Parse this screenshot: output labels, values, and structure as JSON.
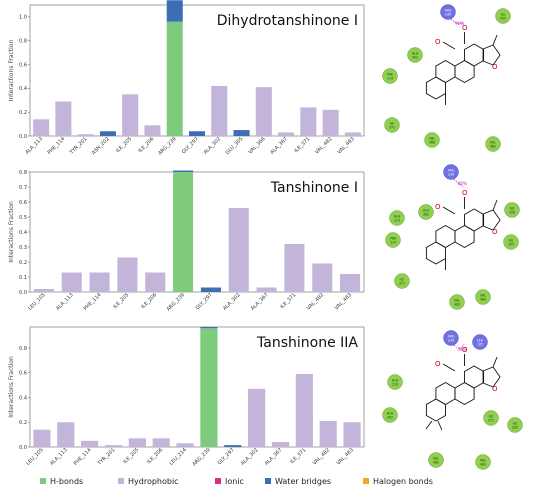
{
  "colors": {
    "hbond": "#7ecb7e",
    "hydrophobic": "#c3b4da",
    "ionic": "#d0308a",
    "water": "#3d6eb4",
    "halogen": "#f0a820",
    "residue_green": "#8fd050",
    "residue_blue": "#7070e0"
  },
  "legend": [
    {
      "label": "H-bonds",
      "color": "#7ecb7e"
    },
    {
      "label": "Hydrophobic",
      "color": "#c3b4da"
    },
    {
      "label": "Ionic",
      "color": "#d0308a"
    },
    {
      "label": "Water bridges",
      "color": "#3d6eb4"
    },
    {
      "label": "Halogen bonds",
      "color": "#f0a820"
    }
  ],
  "chart_data": [
    {
      "type": "bar",
      "title": "Dihydrotanshinone I",
      "ylabel": "Interactions Fraction",
      "ylim": [
        0,
        1.1
      ],
      "yticks": [
        0.0,
        0.2,
        0.4,
        0.6,
        0.8,
        1.0
      ],
      "stacked": true,
      "categories": [
        "ALA_113",
        "PHE_114",
        "TYR_201",
        "ASN_202",
        "ILE_205",
        "ILE_206",
        "ARG_239",
        "GLY_297",
        "ALA_302",
        "GLU_305",
        "VAL_366",
        "ALA_367",
        "ILE_371",
        "VAL_482",
        "VAL_483"
      ],
      "series": [
        {
          "name": "H-bonds",
          "values": [
            0,
            0,
            0,
            0,
            0,
            0,
            0.96,
            0,
            0,
            0,
            0,
            0,
            0,
            0,
            0
          ]
        },
        {
          "name": "Hydrophobic",
          "values": [
            0.14,
            0.29,
            0.015,
            0,
            0.35,
            0.09,
            0,
            0,
            0.42,
            0,
            0.41,
            0.03,
            0.24,
            0.22,
            0.03
          ]
        },
        {
          "name": "Water bridges",
          "values": [
            0,
            0,
            0,
            0.04,
            0,
            0,
            0.18,
            0.04,
            0,
            0.05,
            0,
            0,
            0,
            0,
            0
          ]
        }
      ]
    },
    {
      "type": "bar",
      "title": "Tanshinone I",
      "ylabel": "Interactions Fraction",
      "ylim": [
        0,
        0.8
      ],
      "yticks": [
        0.0,
        0.1,
        0.2,
        0.3,
        0.4,
        0.5,
        0.6,
        0.7,
        0.8
      ],
      "stacked": true,
      "categories": [
        "LEU_105",
        "ALA_113",
        "PHE_114",
        "ILE_205",
        "ILE_206",
        "ARG_239",
        "GLY_297",
        "ALA_302",
        "ALA_367",
        "ILE_371",
        "VAL_482",
        "VAL_483"
      ],
      "series": [
        {
          "name": "H-bonds",
          "values": [
            0,
            0,
            0,
            0,
            0,
            0.8,
            0,
            0,
            0,
            0,
            0,
            0
          ]
        },
        {
          "name": "Hydrophobic",
          "values": [
            0.02,
            0.13,
            0.13,
            0.23,
            0.13,
            0,
            0,
            0.56,
            0.03,
            0.32,
            0.19,
            0.12
          ]
        },
        {
          "name": "Water bridges",
          "values": [
            0,
            0,
            0,
            0,
            0,
            0.01,
            0.03,
            0,
            0,
            0,
            0,
            0
          ]
        }
      ]
    },
    {
      "type": "bar",
      "title": "Tanshinone IIA",
      "ylabel": "Interactions Fraction",
      "ylim": [
        0,
        0.97
      ],
      "yticks": [
        0.0,
        0.2,
        0.4,
        0.6,
        0.8
      ],
      "stacked": true,
      "categories": [
        "LEU_105",
        "ALA_113",
        "PHE_114",
        "TYR_201",
        "ILE_205",
        "ILE_206",
        "LEU_214",
        "ARG_239",
        "GLY_297",
        "ALA_302",
        "ALA_367",
        "ILE_371",
        "VAL_482",
        "VAL_483"
      ],
      "series": [
        {
          "name": "H-bonds",
          "values": [
            0,
            0,
            0,
            0,
            0,
            0,
            0,
            0.96,
            0,
            0,
            0,
            0,
            0,
            0
          ]
        },
        {
          "name": "Hydrophobic",
          "values": [
            0.14,
            0.2,
            0.05,
            0.015,
            0.07,
            0.07,
            0.03,
            0,
            0,
            0.47,
            0.04,
            0.59,
            0.21,
            0.2
          ]
        },
        {
          "name": "Water bridges",
          "values": [
            0,
            0,
            0,
            0,
            0,
            0,
            0,
            0.01,
            0.015,
            0,
            0,
            0,
            0,
            0
          ]
        }
      ]
    }
  ],
  "diagrams": [
    {
      "hbond_percent": "96%",
      "residues": [
        {
          "label": "ARG 239",
          "kind": "blue"
        },
        {
          "label": "ILE 205",
          "kind": "green"
        },
        {
          "label": "ALA 302",
          "kind": "green"
        },
        {
          "label": "PHE 114",
          "kind": "green"
        },
        {
          "label": "ILE 371",
          "kind": "green"
        },
        {
          "label": "VAL 366",
          "kind": "green"
        },
        {
          "label": "VAL 482",
          "kind": "green"
        }
      ]
    },
    {
      "hbond_percent": "80%",
      "residues": [
        {
          "label": "ARG 239",
          "kind": "blue"
        },
        {
          "label": "ALA 302",
          "kind": "green"
        },
        {
          "label": "ILE 206",
          "kind": "green"
        },
        {
          "label": "ALA 113",
          "kind": "green"
        },
        {
          "label": "PHE 114",
          "kind": "green"
        },
        {
          "label": "ILE 205",
          "kind": "green"
        },
        {
          "label": "ILE 371",
          "kind": "green"
        },
        {
          "label": "VAL 483",
          "kind": "green"
        },
        {
          "label": "VAL 482",
          "kind": "green"
        }
      ]
    },
    {
      "hbond_percent": "96%",
      "residues": [
        {
          "label": "ARG 239",
          "kind": "blue"
        },
        {
          "label": "LEU 105",
          "kind": "blue"
        },
        {
          "label": "ALA 113",
          "kind": "green"
        },
        {
          "label": "ALA 302",
          "kind": "green"
        },
        {
          "label": "ILE 371",
          "kind": "green"
        },
        {
          "label": "ILE 205",
          "kind": "green"
        },
        {
          "label": "VAL 482",
          "kind": "green"
        },
        {
          "label": "VAL 483",
          "kind": "green"
        }
      ]
    }
  ]
}
